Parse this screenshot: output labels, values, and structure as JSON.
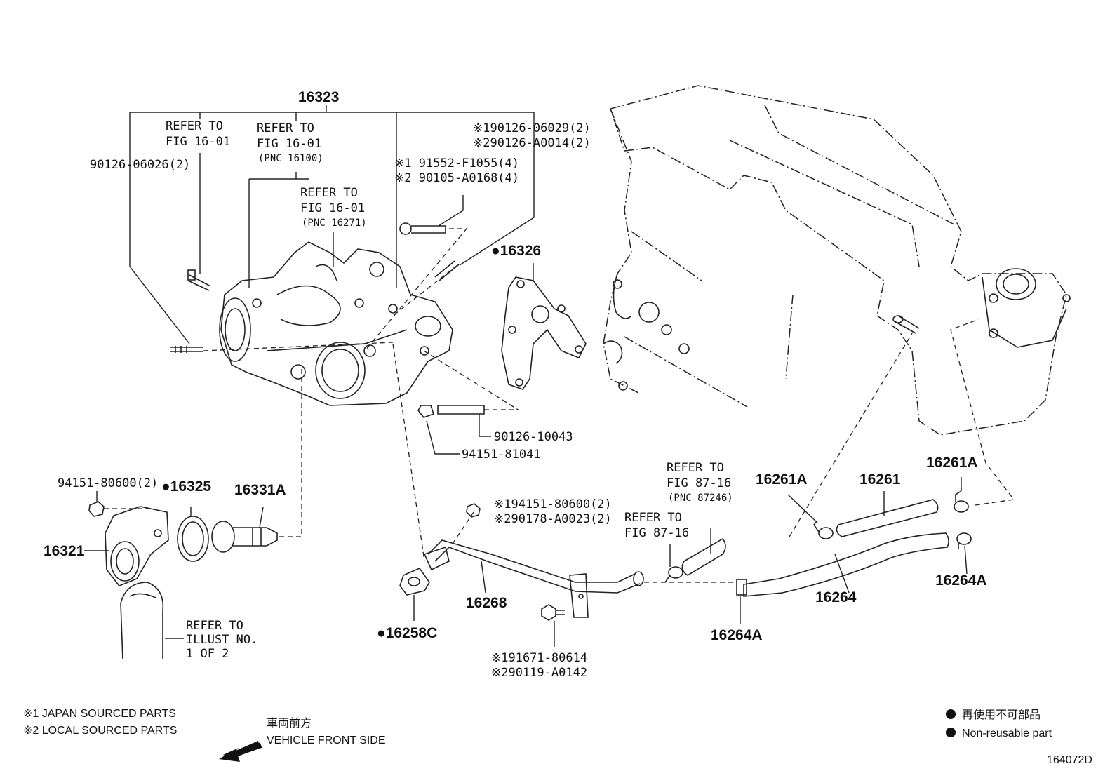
{
  "diagram_id": "164072D",
  "labels": {
    "p16323": "16323",
    "ref1_a": "REFER TO",
    "ref1_b": "FIG 16-01",
    "ref2_a": "REFER TO",
    "ref2_b": "FIG 16-01",
    "ref2_c": "(PNC 16100)",
    "ref3_a": "REFER TO",
    "ref3_b": "FIG 16-01",
    "ref3_c": "(PNC 16271)",
    "p90126_06026": "90126-06026(2)",
    "p90126_06029": "※190126-06029(2)",
    "p90126_A0014": "※290126-A0014(2)",
    "p91552": "※1 91552-F1055(4)",
    "p90105": "※2 90105-A0168(4)",
    "p16326": "●16326",
    "p90126_10043": "90126-10043",
    "p94151_81041": "94151-81041",
    "p94151_80600": "94151-80600(2)",
    "p16325": "●16325",
    "p16331A": "16331A",
    "p16321": "16321",
    "ref4_a": "REFER TO",
    "ref4_b": "ILLUST NO.",
    "ref4_c": "1 OF 2",
    "p94151_80600b": "※194151-80600(2)",
    "p90178": "※290178-A0023(2)",
    "p16268": "16268",
    "p16258C": "●16258C",
    "p91671": "※191671-80614",
    "p90119": "※290119-A0142",
    "ref5_a": "REFER TO",
    "ref5_b": "FIG 87-16",
    "ref5_c": "(PNC 87246)",
    "ref6_a": "REFER TO",
    "ref6_b": "FIG 87-16",
    "p16264A_c": "16264A",
    "p16261A_l": "16261A",
    "p16261": "16261",
    "p16261A_r": "16261A",
    "p16264": "16264",
    "p16264A_r": "16264A"
  },
  "legend": {
    "japan": "※1 JAPAN SOURCED PARTS",
    "local": "※2 LOCAL SOURCED PARTS",
    "front_jp": "車両前方",
    "front_en": "VEHICLE FRONT SIDE",
    "nonreuse_jp": "再使用不可部品",
    "nonreuse_en": "Non-reusable part"
  }
}
